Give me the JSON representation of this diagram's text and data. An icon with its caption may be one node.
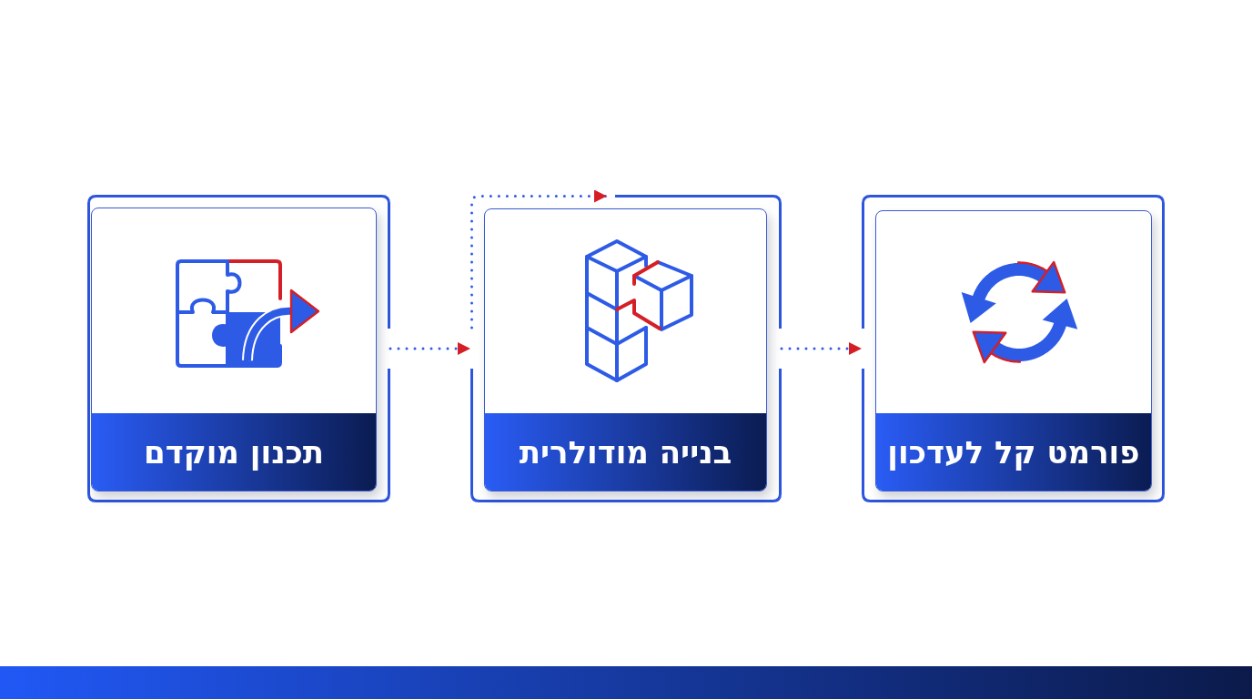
{
  "diagram": {
    "nodes": [
      {
        "text": [
          "תכנון מוקדם"
        ]
      },
      {
        "text": [
          "בנייה מודולרית"
        ]
      },
      {
        "text": [
          "פורמט קל לעדכון"
        ]
      }
    ],
    "edges": [
      {
        "from": 0,
        "to": 1,
        "arrow": "to"
      },
      {
        "from": 1,
        "to": 2,
        "arrow": "to"
      },
      {
        "from": 1,
        "to": 1,
        "arrow": "to"
      }
    ]
  }
}
